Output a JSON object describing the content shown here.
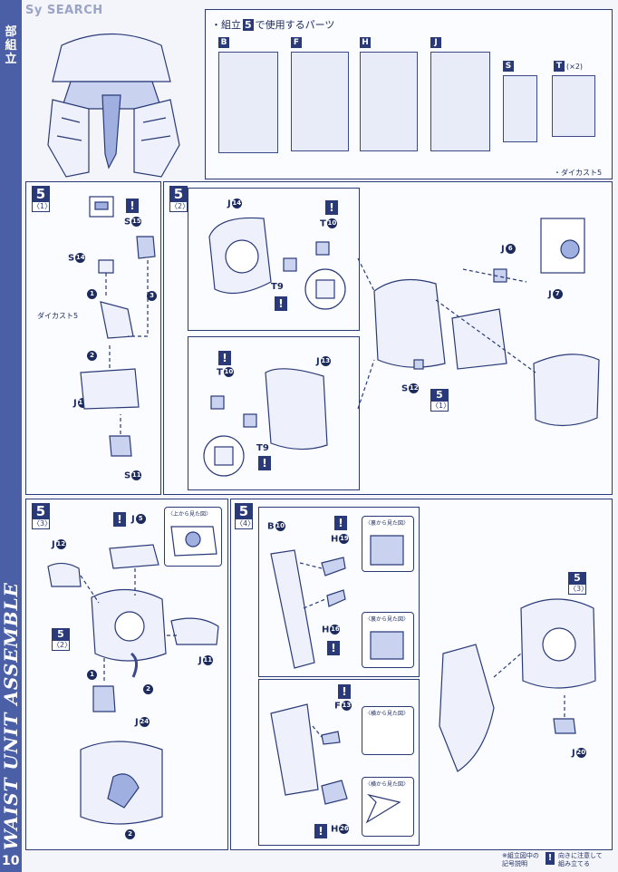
{
  "sidebar": {
    "title": "部組立",
    "band": "WAIST UNIT ASSEMBLE",
    "page": "10"
  },
  "watermark": {
    "text": "Sy",
    "url": "SEARCH"
  },
  "parts": {
    "heading_pre": "・組立",
    "heading_step": "5",
    "heading_post": "で使用するパーツ",
    "runners": [
      "B",
      "F",
      "H",
      "J",
      "S",
      "T"
    ],
    "t_count": "(×2)",
    "diecast": "・ダイカスト5"
  },
  "step1": {
    "num": "5",
    "sub": "〈1〉",
    "s15": "S",
    "s15n": "15",
    "s14": "S",
    "s14n": "14",
    "diecast": "ダイカスト5",
    "j19": "J",
    "j19n": "19",
    "s11": "S",
    "s11n": "11",
    "a1": "1",
    "a2": "2",
    "a3": "3"
  },
  "step2": {
    "num": "5",
    "sub": "〈2〉",
    "j14": "J",
    "j14n": "14",
    "t10a": "T",
    "t10an": "10",
    "t9a": "T9",
    "t10b": "T",
    "t10bn": "10",
    "j13": "J",
    "j13n": "13",
    "t9b": "T9",
    "j6": "J",
    "j6n": "6",
    "j7": "J",
    "j7n": "7",
    "s12": "S",
    "s12n": "12",
    "ref": "5",
    "refsub": "〈1〉"
  },
  "step3": {
    "num": "5",
    "sub": "〈3〉",
    "j5": "J",
    "j5n": "5",
    "top_view": "〈上から見た図〉",
    "j12": "J",
    "j12n": "12",
    "ref": "5",
    "refsub": "〈2〉",
    "j11": "J",
    "j11n": "11",
    "j24": "J",
    "j24n": "24",
    "a1": "1",
    "a2": "2",
    "a2b": "2"
  },
  "step4": {
    "num": "5",
    "sub": "〈4〉",
    "b10": "B",
    "b10n": "10",
    "h19": "H",
    "h19n": "19",
    "h16": "H",
    "h16n": "16",
    "back_view1": "〈裏から見た図〉",
    "back_view2": "〈裏から見た図〉",
    "f13": "F",
    "f13n": "13",
    "side_view1": "〈横から見た図〉",
    "side_view2": "〈横から見た図〉",
    "h26": "H",
    "h26n": "26",
    "ref": "5",
    "refsub": "〈3〉",
    "j20": "J",
    "j20n": "20"
  },
  "footer": {
    "note1": "※組立図中の",
    "note2": "記号説明",
    "note3": "向きに注意して",
    "note4": "組み立てる"
  }
}
